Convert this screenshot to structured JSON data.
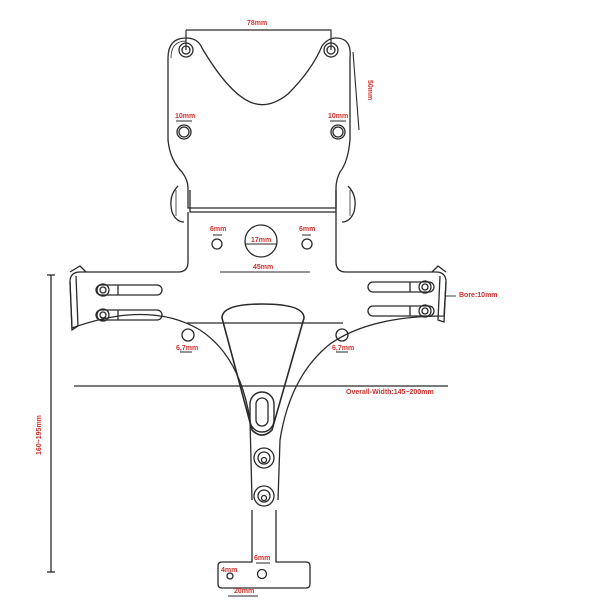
{
  "diagram": {
    "title": "License plate bracket technical drawing",
    "label_color": "#d0312d",
    "line_color": "#2a2a2a",
    "dimensions": {
      "top_hole_spacing": "78mm",
      "top_height": "50mm",
      "top_left_hole": "10mm",
      "top_right_hole": "10mm",
      "mid_left_hole": "6mm",
      "mid_right_hole": "6mm",
      "center_hole": "17mm",
      "mid_hole_spacing": "45mm",
      "bore": "Bore:10mm",
      "lower_left_hole": "6,7mm",
      "lower_right_hole": "6,7mm",
      "overall_width": "Overall-Width:145~200mm",
      "overall_height": "160~195mm",
      "bottom_small_hole": "4mm",
      "bottom_hole": "6mm",
      "bottom_width": "20mm"
    }
  }
}
